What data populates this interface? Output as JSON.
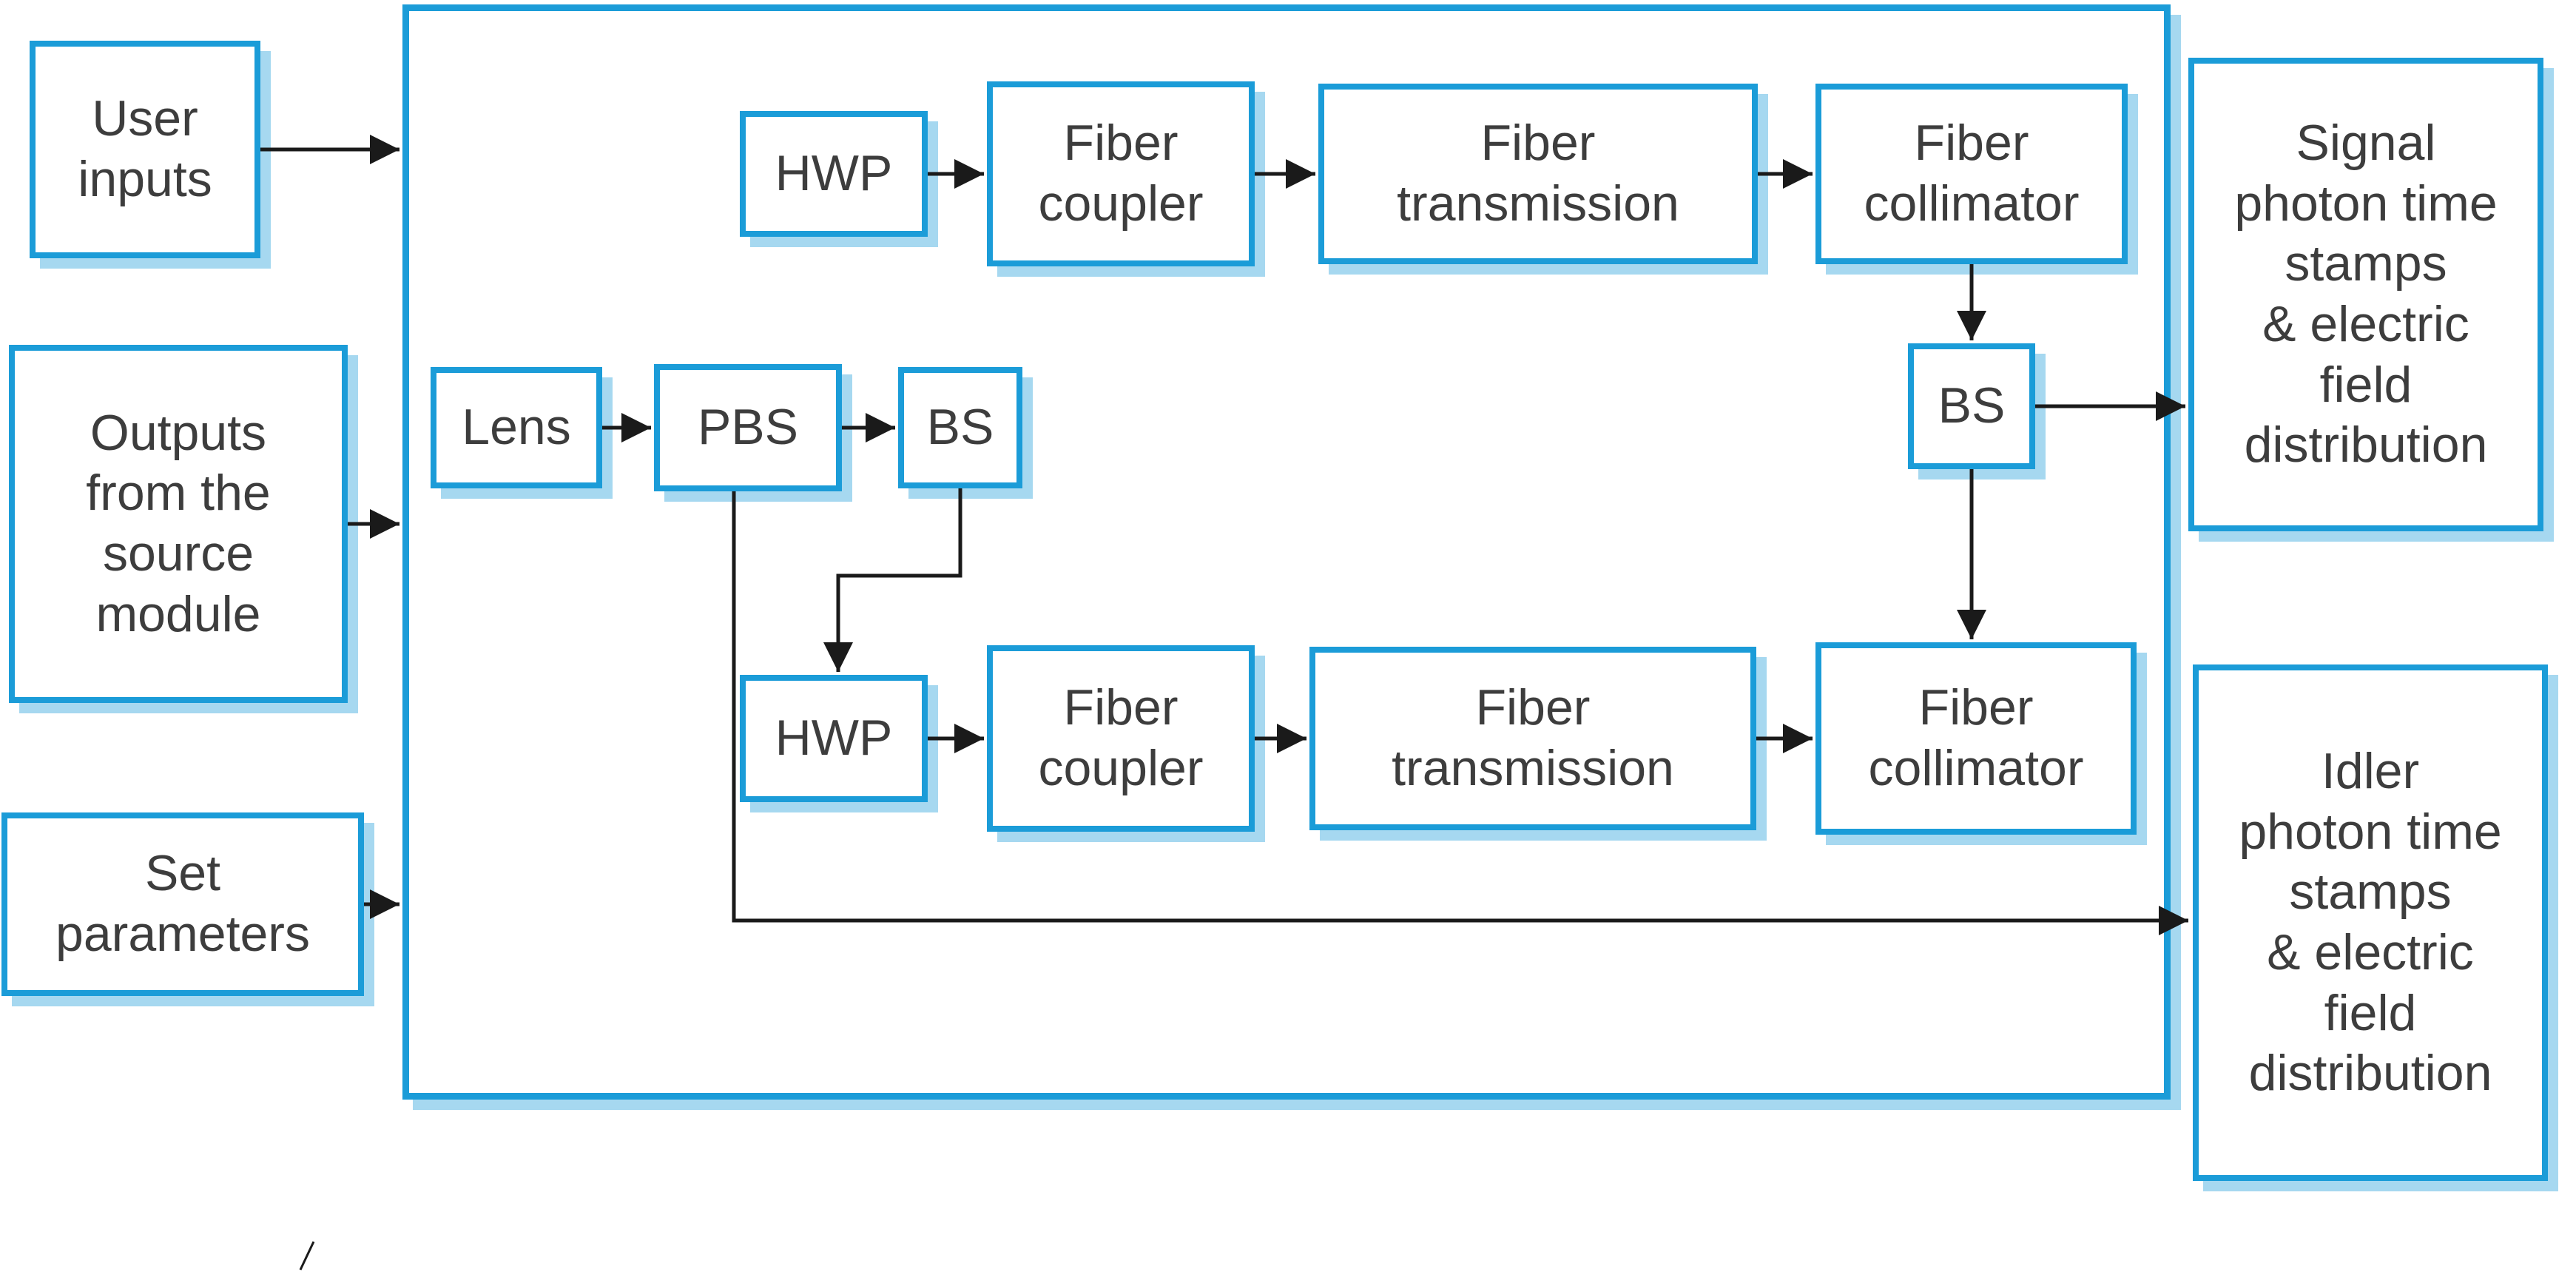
{
  "diagram_type": "block-diagram",
  "colors": {
    "box_border": "#1b9cd8",
    "box_shadow": "#a6d8f0",
    "text_color": "#3d3d3d",
    "arrow_color": "#1a1a1a"
  },
  "nodes": {
    "user_inputs": {
      "label": "User\ninputs"
    },
    "outputs_source": {
      "label": "Outputs\nfrom the\nsource\nmodule"
    },
    "set_parameters": {
      "label": "Set\nparameters"
    },
    "hwp_top": {
      "label": "HWP"
    },
    "fiber_coupler_top": {
      "label": "Fiber\ncoupler"
    },
    "fiber_transmission_top": {
      "label": "Fiber\ntransmission"
    },
    "fiber_collimator_top": {
      "label": "Fiber\ncollimator"
    },
    "lens": {
      "label": "Lens"
    },
    "pbs": {
      "label": "PBS"
    },
    "bs_mid": {
      "label": "BS"
    },
    "bs_right": {
      "label": "BS"
    },
    "hwp_bottom": {
      "label": "HWP"
    },
    "fiber_coupler_bottom": {
      "label": "Fiber\ncoupler"
    },
    "fiber_transmission_bottom": {
      "label": "Fiber\ntransmission"
    },
    "fiber_collimator_bottom": {
      "label": "Fiber\ncollimator"
    },
    "signal_output": {
      "label": "Signal\nphoton time\nstamps\n& electric\nfield\ndistribution"
    },
    "idler_output": {
      "label": "Idler\nphoton time\nstamps\n& electric\nfield\ndistribution"
    }
  },
  "edges": [
    {
      "from": "user_inputs",
      "to": "module_frame"
    },
    {
      "from": "outputs_source",
      "to": "module_frame"
    },
    {
      "from": "set_parameters",
      "to": "module_frame"
    },
    {
      "from": "hwp_top",
      "to": "fiber_coupler_top"
    },
    {
      "from": "fiber_coupler_top",
      "to": "fiber_transmission_top"
    },
    {
      "from": "fiber_transmission_top",
      "to": "fiber_collimator_top"
    },
    {
      "from": "fiber_collimator_top",
      "to": "bs_right"
    },
    {
      "from": "bs_right",
      "to": "signal_output"
    },
    {
      "from": "bs_right",
      "to": "fiber_collimator_bottom"
    },
    {
      "from": "lens",
      "to": "pbs"
    },
    {
      "from": "pbs",
      "to": "bs_mid"
    },
    {
      "from": "bs_mid",
      "to": "hwp_bottom"
    },
    {
      "from": "pbs",
      "to": "idler_output"
    },
    {
      "from": "hwp_bottom",
      "to": "fiber_coupler_bottom"
    },
    {
      "from": "fiber_coupler_bottom",
      "to": "fiber_transmission_bottom"
    },
    {
      "from": "fiber_transmission_bottom",
      "to": "fiber_collimator_bottom"
    }
  ]
}
